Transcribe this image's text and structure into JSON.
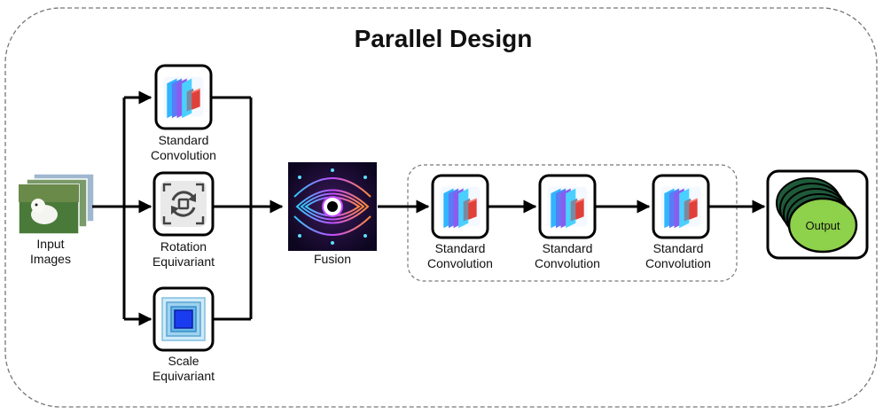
{
  "title": "Parallel Design",
  "input": {
    "label_line1": "Input",
    "label_line2": "Images"
  },
  "branches": [
    {
      "label_line1": "Standard",
      "label_line2": "Convolution",
      "icon": "conv-layers-icon"
    },
    {
      "label_line1": "Rotation",
      "label_line2": "Equivariant",
      "icon": "rotation-icon"
    },
    {
      "label_line1": "Scale",
      "label_line2": "Equivariant",
      "icon": "nested-squares-icon"
    }
  ],
  "fusion": {
    "label": "Fusion",
    "icon": "fusion-eye-icon"
  },
  "sequence": [
    {
      "label_line1": "Standard",
      "label_line2": "Convolution",
      "icon": "conv-layers-icon"
    },
    {
      "label_line1": "Standard",
      "label_line2": "Convolution",
      "icon": "conv-layers-icon"
    },
    {
      "label_line1": "Standard",
      "label_line2": "Convolution",
      "icon": "conv-layers-icon"
    }
  ],
  "output": {
    "label": "Output",
    "icon": "stacked-discs-icon"
  },
  "colors": {
    "conv_blue": "#3aa0ff",
    "conv_purple": "#8a5cf0",
    "conv_red": "#e0403a",
    "output_green": "#8ed14a",
    "output_dark": "#1f5a3a",
    "scale_outer": "#9fd3ee",
    "scale_inner": "#1a3cf0"
  }
}
